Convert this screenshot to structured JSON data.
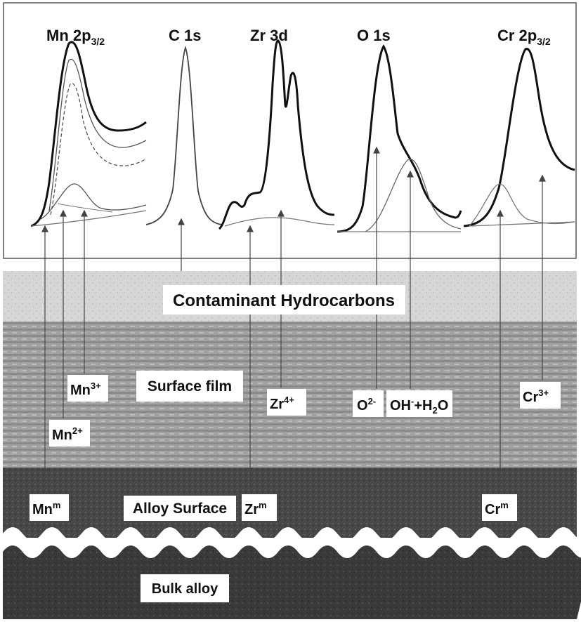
{
  "spectra": {
    "mn": {
      "name": "Mn 2p",
      "sub": "3/2"
    },
    "c": {
      "name": "C 1s"
    },
    "zr": {
      "name": "Zr 3d"
    },
    "o": {
      "name": "O 1s"
    },
    "cr": {
      "name": "Cr 2p",
      "sub": "3/2"
    }
  },
  "layers": {
    "contaminant": "Contaminant Hydrocarbons",
    "surface_film": "Surface film",
    "alloy_surface": "Alloy Surface",
    "bulk": "Bulk alloy"
  },
  "species": {
    "mn3": {
      "base": "Mn",
      "sup": "3+"
    },
    "mn2": {
      "base": "Mn",
      "sup": "2+"
    },
    "zr4": {
      "base": "Zr",
      "sup": "4+"
    },
    "o2": {
      "base": "O",
      "sup": "2-"
    },
    "oh": {
      "base": "OH",
      "sup": "-",
      "rest": "+H",
      "sub": "2",
      "rest2": "O"
    },
    "cr3": {
      "base": "Cr",
      "sup": "3+"
    },
    "mnm": {
      "base": "Mn",
      "sup": "m"
    },
    "zrm": {
      "base": "Zr",
      "sup": "m"
    },
    "crm": {
      "base": "Cr",
      "sup": "m"
    }
  },
  "colors": {
    "contaminant": "#d9d9d9",
    "surface_film": "#a4a4a4",
    "alloy_surface": "#4a4a4a",
    "bulk": "#3a3a3a"
  }
}
